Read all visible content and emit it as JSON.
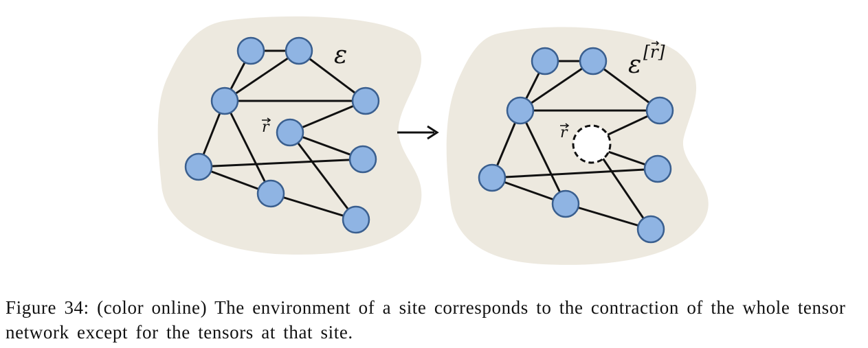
{
  "figure": {
    "left_panel": {
      "env_label": "ε",
      "site_label": "r"
    },
    "right_panel": {
      "env_label": "ε",
      "env_superscript": "[r]",
      "site_label": "r"
    },
    "colors": {
      "blob": "#ede9df",
      "node_fill": "#8fb4e3",
      "node_stroke": "#3a5f8f",
      "edge": "#111111"
    }
  },
  "caption": {
    "label": "Figure 34:",
    "text": "(color online) The environment of a site corresponds to the contraction of the whole tensor network except for the tensors at that site."
  }
}
